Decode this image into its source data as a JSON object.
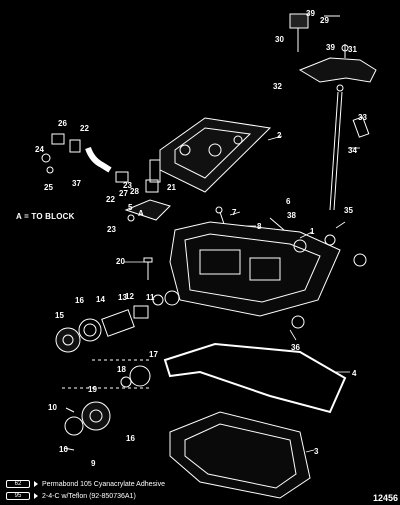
{
  "annotation": "A = TO BLOCK",
  "marker_a": "A",
  "callouts": {
    "c39a": "39",
    "c29": "29",
    "c30": "30",
    "c39b": "39",
    "c31": "31",
    "c32": "32",
    "c26": "26",
    "c22a": "22",
    "c24": "24",
    "c25": "25",
    "c37": "37",
    "c2": "2",
    "c33": "33",
    "c34": "34",
    "c22b": "22",
    "c23a": "23",
    "c27": "27",
    "c28": "28",
    "c5": "5",
    "c21": "21",
    "c23b": "23",
    "c7": "7",
    "c8": "8",
    "c6": "6",
    "c38": "38",
    "c35": "35",
    "c1": "1",
    "c20": "20",
    "c16a": "16",
    "c14": "14",
    "c13": "13",
    "c12": "12",
    "c11": "11",
    "c15": "15",
    "c36": "36",
    "c18": "18",
    "c17": "17",
    "c4": "4",
    "c19": "19",
    "c10a": "10",
    "c16b": "16",
    "c3": "3",
    "c10b": "10",
    "c9": "9"
  },
  "legend": [
    {
      "code": "62",
      "text": "Permabond 105 Cyanacrylate Adhesive"
    },
    {
      "code": "95",
      "text": "2-4-C w/Teflon (92-850736A1)"
    }
  ],
  "figure_number": "12456"
}
